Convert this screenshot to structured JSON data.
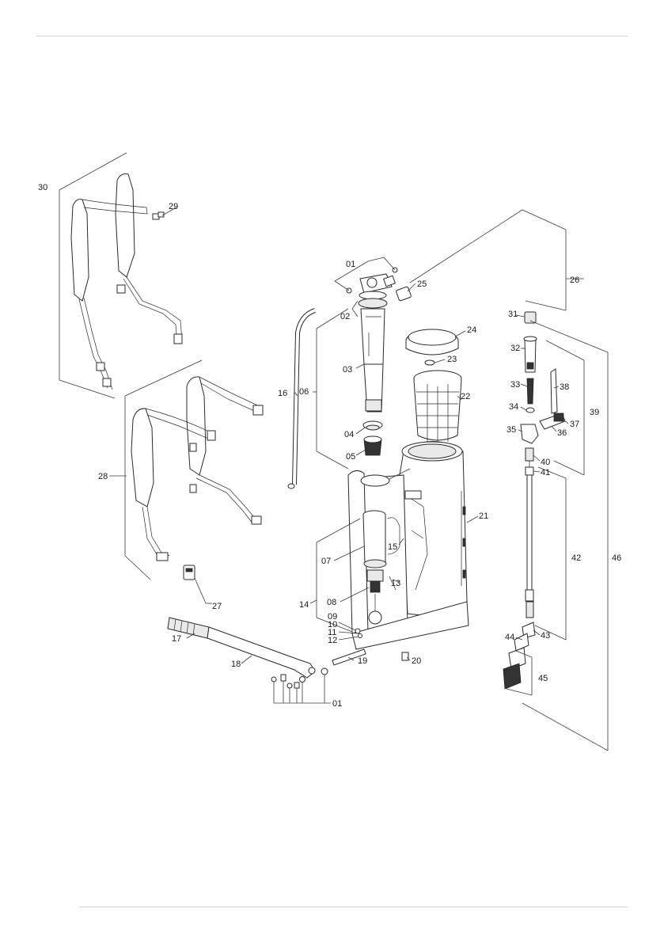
{
  "diagram": {
    "callouts": [
      "01",
      "02",
      "03",
      "04",
      "05",
      "06",
      "07",
      "08",
      "09",
      "10",
      "11",
      "12",
      "13",
      "14",
      "15",
      "16",
      "17",
      "18",
      "19",
      "20",
      "21",
      "22",
      "23",
      "24",
      "25",
      "26",
      "27",
      "28",
      "29",
      "30",
      "31",
      "32",
      "33",
      "34",
      "35",
      "36",
      "37",
      "38",
      "39",
      "40",
      "41",
      "42",
      "43",
      "44",
      "45",
      "46"
    ],
    "bottom_callout": "01"
  },
  "colors": {
    "line": "#2a2a2a",
    "rule": "#cfcfcf",
    "fill": "#ffffff"
  }
}
